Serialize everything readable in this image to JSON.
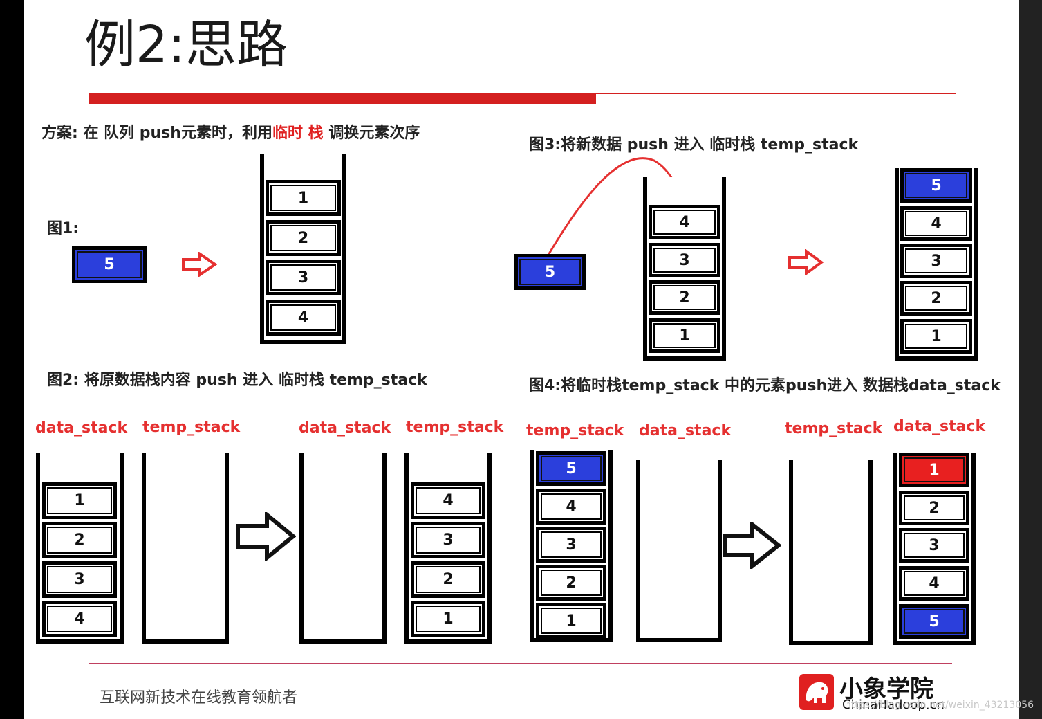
{
  "title": "例2:思路",
  "approach": {
    "prefix": "方案: 在 队列 push元素时，利用",
    "highlight1": "临时",
    "highlight2": "栈",
    "suffix": "调换元素次序"
  },
  "fig1": {
    "caption": "图1:",
    "new_item": "5",
    "stack": [
      "1",
      "2",
      "3",
      "4"
    ]
  },
  "fig2": {
    "caption": "图2: 将原数据栈内容 push 进入 临时栈 temp_stack",
    "before": {
      "left_label": "data_stack",
      "right_label": "temp_stack",
      "left_items": [
        "1",
        "2",
        "3",
        "4"
      ]
    },
    "after": {
      "left_label": "data_stack",
      "right_label": "temp_stack",
      "right_items": [
        "4",
        "3",
        "2",
        "1"
      ]
    }
  },
  "fig3": {
    "caption": "图3:将新数据 push 进入 临时栈 temp_stack",
    "new_item": "5",
    "before_stack": [
      "4",
      "3",
      "2",
      "1"
    ],
    "after_stack": [
      "5",
      "4",
      "3",
      "2",
      "1"
    ]
  },
  "fig4": {
    "caption": "图4:将临时栈temp_stack 中的元素push进入 数据栈data_stack",
    "before": {
      "left_label": "temp_stack",
      "right_label": "data_stack",
      "left_items": [
        "5",
        "4",
        "3",
        "2",
        "1"
      ]
    },
    "after": {
      "left_label": "temp_stack",
      "right_label": "data_stack",
      "right_items": [
        "1",
        "2",
        "3",
        "4",
        "5"
      ]
    }
  },
  "footer": {
    "slogan": "互联网新技术在线教育领航者",
    "brand_cn": "小象学院",
    "brand_en": "ChinaHadoop.cn",
    "watermark": "https://blog.csdn.net/weixin_43213056"
  },
  "colors": {
    "accent_red": "#e02020",
    "box_blue": "#2b3fdc",
    "box_red": "#e82020"
  }
}
